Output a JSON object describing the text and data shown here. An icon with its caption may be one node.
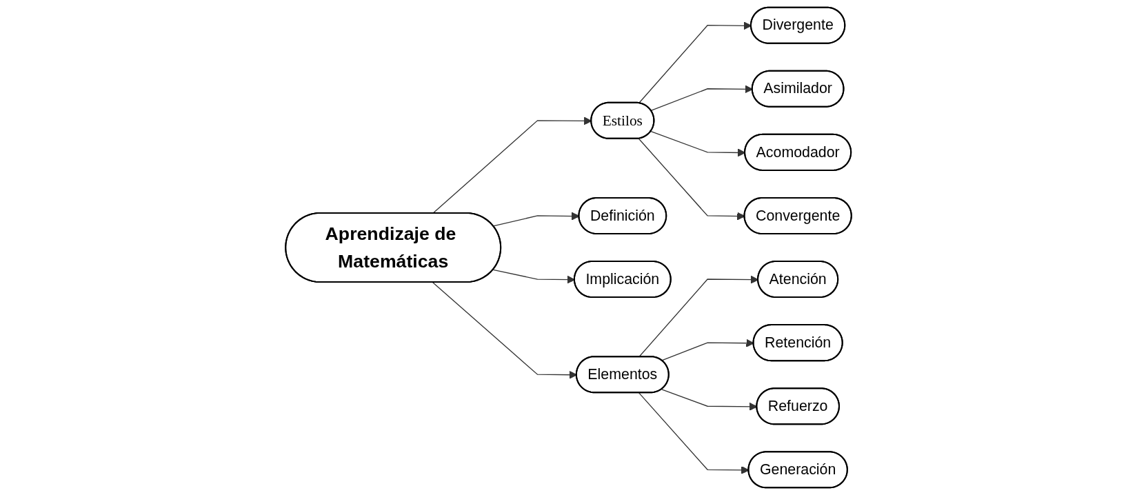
{
  "diagram": {
    "nodes": [
      {
        "text": [
          "Aprendizaje de Matemáticas"
        ]
      },
      {
        "text": [
          "Estilos"
        ]
      },
      {
        "text": [
          "Divergente"
        ]
      },
      {
        "text": [
          "Asimilador"
        ]
      },
      {
        "text": [
          "Acomodador"
        ]
      },
      {
        "text": [
          "Convergente"
        ]
      },
      {
        "text": [
          "Definición"
        ]
      },
      {
        "text": [
          "Implicación"
        ]
      },
      {
        "text": [
          "Elementos"
        ]
      },
      {
        "text": [
          "Atención"
        ]
      },
      {
        "text": [
          "Retención"
        ]
      },
      {
        "text": [
          "Refuerzo"
        ]
      },
      {
        "text": [
          "Generación"
        ]
      }
    ],
    "edges": [
      {
        "from": 0,
        "to": 1,
        "arrow": "to"
      },
      {
        "from": 1,
        "to": 2,
        "arrow": "to"
      },
      {
        "from": 1,
        "to": 3,
        "arrow": "to"
      },
      {
        "from": 1,
        "to": 4,
        "arrow": "to"
      },
      {
        "from": 1,
        "to": 5,
        "arrow": "to"
      },
      {
        "from": 0,
        "to": 6,
        "arrow": "to"
      },
      {
        "from": 0,
        "to": 7,
        "arrow": "to"
      },
      {
        "from": 0,
        "to": 8,
        "arrow": "to"
      },
      {
        "from": 8,
        "to": 9,
        "arrow": "to"
      },
      {
        "from": 8,
        "to": 10,
        "arrow": "to"
      },
      {
        "from": 8,
        "to": 11,
        "arrow": "to"
      },
      {
        "from": 8,
        "to": 12,
        "arrow": "to"
      }
    ]
  }
}
